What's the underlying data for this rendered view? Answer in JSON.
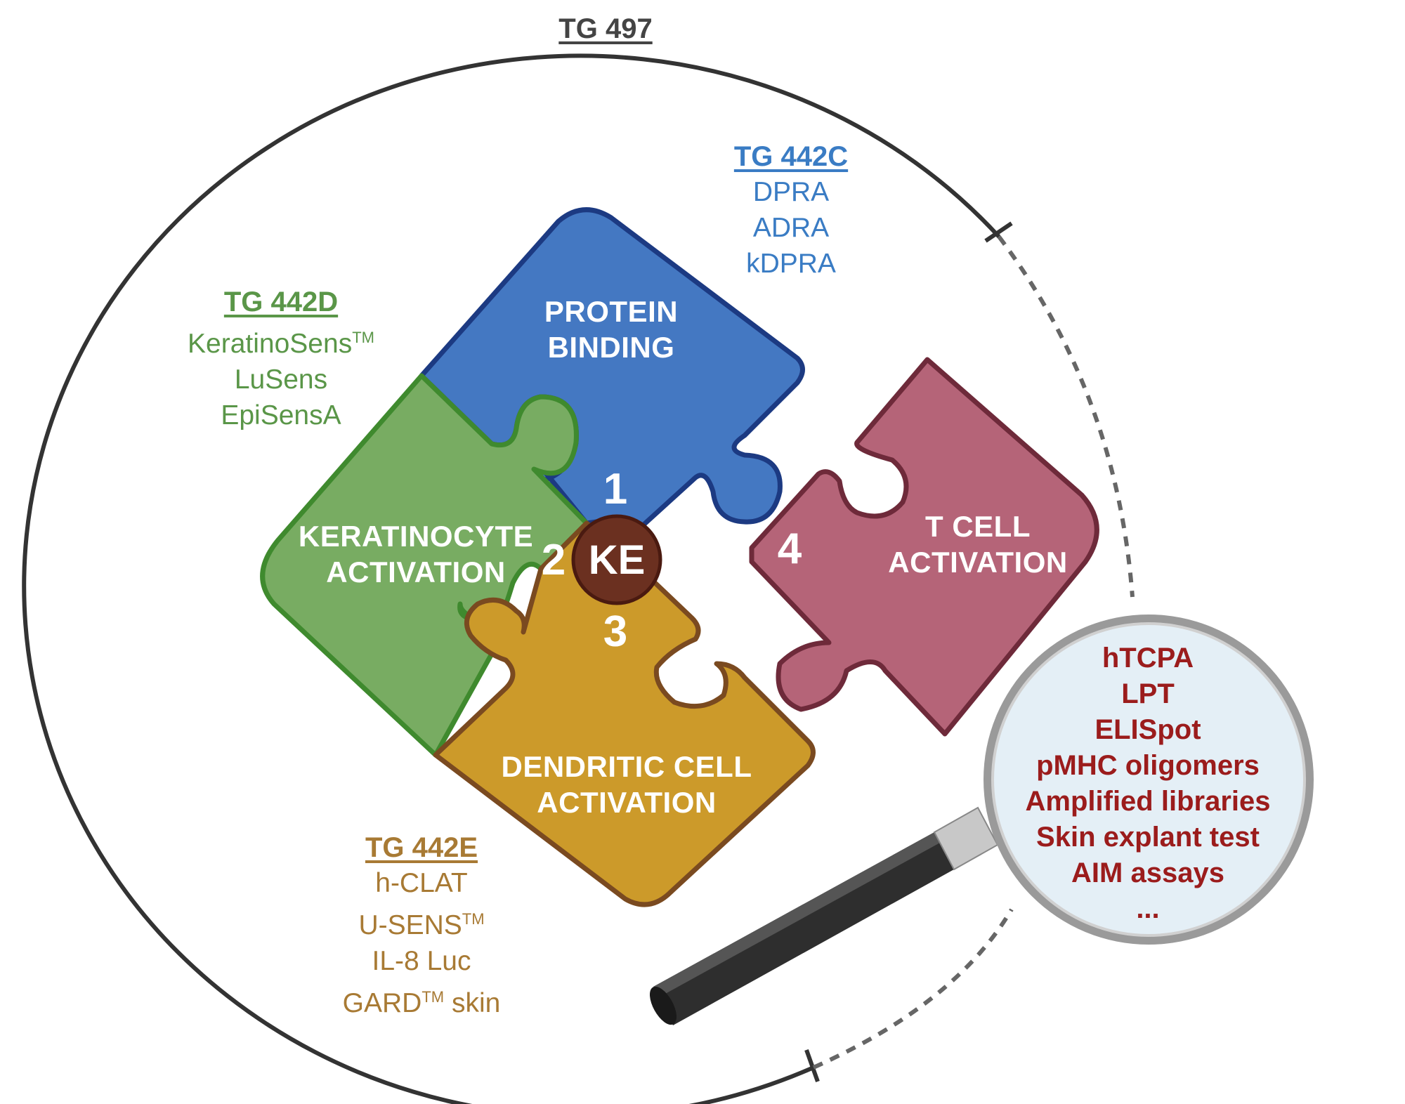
{
  "outer": {
    "title": "TG 497"
  },
  "colors": {
    "protein": "#4478c2",
    "protein_stroke": "#1c3a82",
    "keratinocyte": "#78ac62",
    "keratinocyte_stroke": "#3f8a2e",
    "dendritic": "#cc9a2a",
    "dendritic_stroke": "#7a4a20",
    "tcell": "#b56478",
    "tcell_stroke": "#6e2a3a",
    "ke_circle": "#6b3020",
    "tg442c": "#3a7cc4",
    "tg442d": "#5a9648",
    "tg442e": "#a87a34",
    "lens_text": "#9b1c1c"
  },
  "pieces": {
    "protein_binding": {
      "number": "1",
      "line1": "PROTEIN",
      "line2": "BINDING"
    },
    "keratinocyte_activation": {
      "number": "2",
      "line1": "KERATINOCYTE",
      "line2": "ACTIVATION"
    },
    "dendritic_cell_activation": {
      "number": "3",
      "line1": "DENDRITIC CELL",
      "line2": "ACTIVATION"
    },
    "t_cell_activation": {
      "number": "4",
      "line1": "T CELL",
      "line2": "ACTIVATION"
    }
  },
  "center": {
    "label": "KE"
  },
  "tg442c": {
    "title": "TG 442C",
    "items": [
      "DPRA",
      "ADRA",
      "kDPRA"
    ]
  },
  "tg442d": {
    "title": "TG 442D",
    "items": [
      "KeratinoSens",
      "LuSens",
      "EpiSensA"
    ],
    "tm": "TM"
  },
  "tg442e": {
    "title": "TG 442E",
    "items": [
      "h-CLAT",
      "U-SENS",
      "IL-8 Luc",
      "GARD"
    ],
    "tm": "TM",
    "suffix": " skin"
  },
  "magnifier": {
    "items": [
      "hTCPA",
      "LPT",
      "ELISpot",
      "pMHC oligomers",
      "Amplified libraries",
      "Skin explant test",
      "AIM assays",
      "..."
    ]
  }
}
